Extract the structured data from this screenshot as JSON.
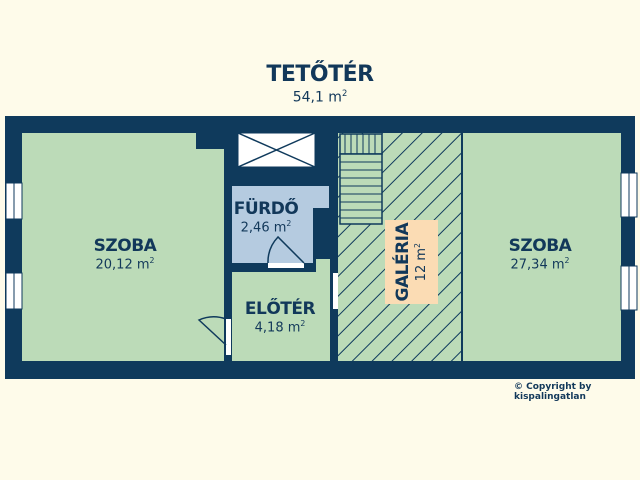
{
  "floor": {
    "name": "TETŐTÉR",
    "area_value": "54,1  m",
    "area_unit_sup": "2"
  },
  "rooms": [
    {
      "name": "SZOBA",
      "area": "20,12 m",
      "sup": "2"
    },
    {
      "name": "FÜRDŐ",
      "area": "2,46 m",
      "sup": "2"
    },
    {
      "name": "ELŐTÉR",
      "area": "4,18 m",
      "sup": "2"
    },
    {
      "name": "GALÉRIA",
      "area": "12 m",
      "sup": "2"
    },
    {
      "name": "SZOBA",
      "area": "27,34 m",
      "sup": "2"
    }
  ],
  "colors": {
    "wall": "#0f3a5c",
    "room": "#bcdbb8",
    "bath": "#b5cbe0",
    "background": "#fefbea",
    "galeria_label": "#fbdcb4"
  },
  "copyright": "© Copyright by kispalingatlan"
}
